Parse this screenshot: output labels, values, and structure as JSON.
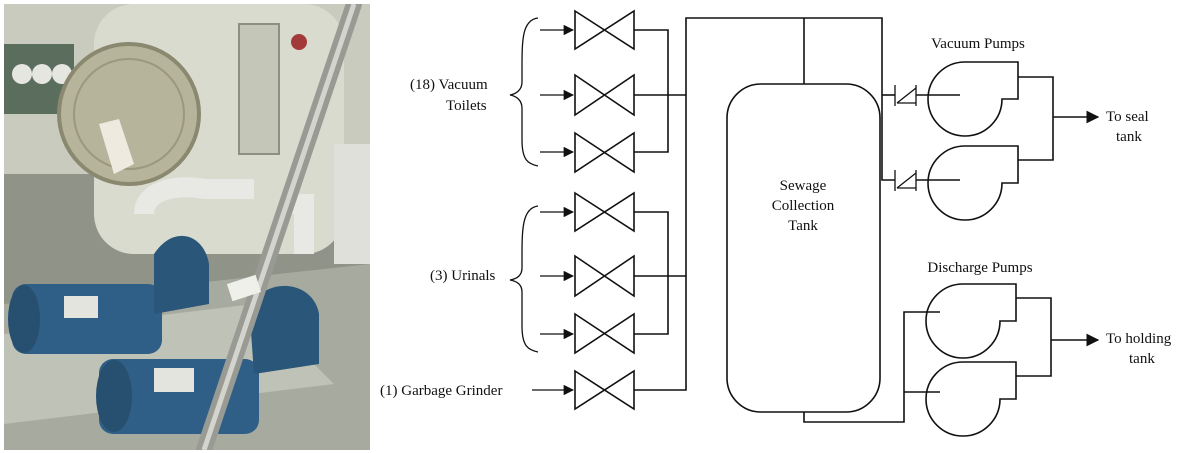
{
  "photo": {
    "subject": "vacuum-pump-installation-photo"
  },
  "diagram": {
    "groups": {
      "toilets": {
        "line1": "(18) Vacuum",
        "line2": "Toilets"
      },
      "urinals": {
        "label": "(3) Urinals"
      },
      "grinder": {
        "label": "(1) Garbage Grinder"
      }
    },
    "tank": {
      "line1": "Sewage",
      "line2": "Collection",
      "line3": "Tank"
    },
    "vacuum_pumps": {
      "title": "Vacuum Pumps",
      "dest_line1": "To seal",
      "dest_line2": "tank"
    },
    "discharge_pumps": {
      "title": "Discharge Pumps",
      "dest_line1": "To holding",
      "dest_line2": "tank"
    }
  },
  "colors": {
    "line": "#111111",
    "background": "#ffffff",
    "pump_blue": "#2f5f86",
    "machinery_gray": "#b9bcb2"
  }
}
